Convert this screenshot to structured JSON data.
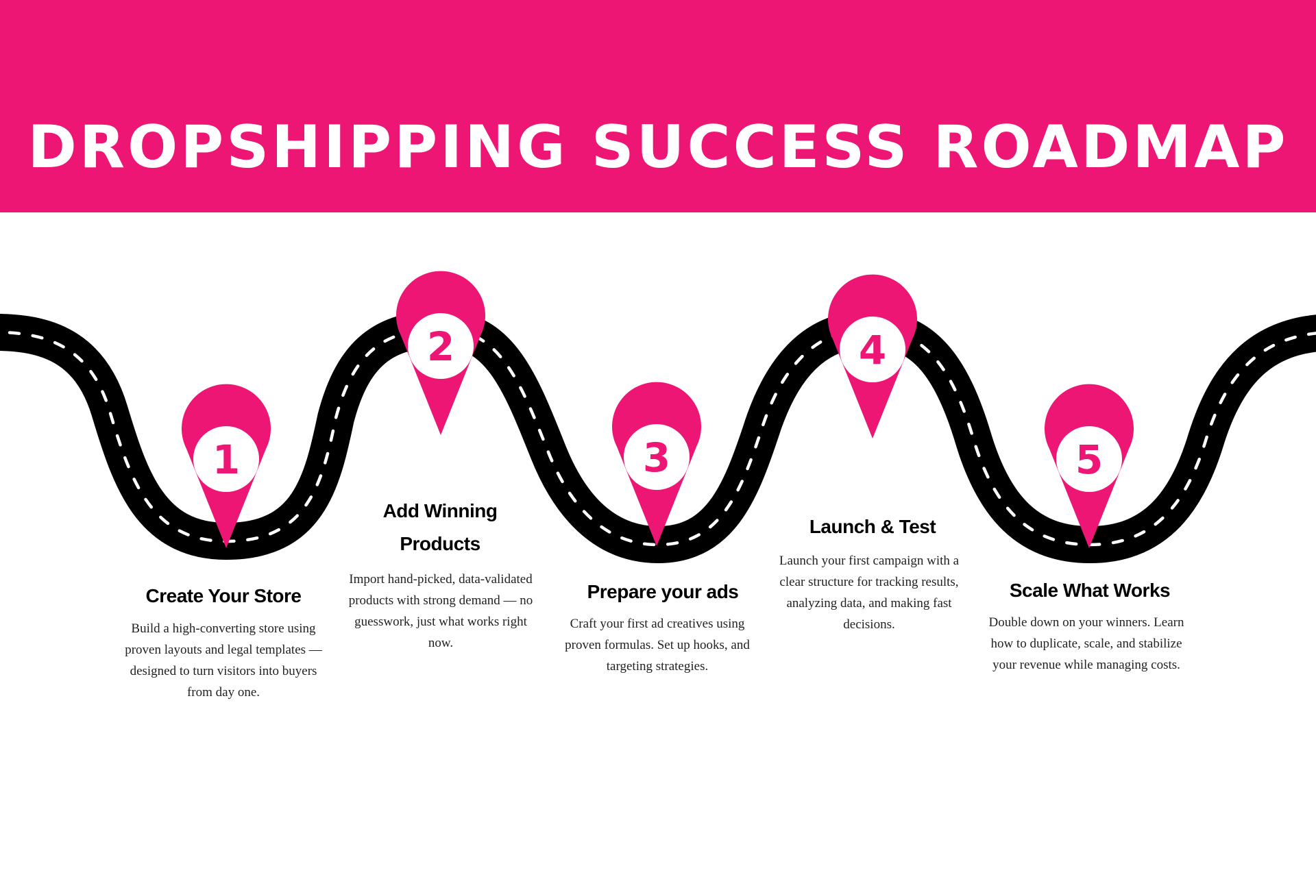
{
  "title": "DROPSHIPPING SUCCESS ROADMAP",
  "colors": {
    "accent": "#ee1675",
    "road": "#000000",
    "lane": "#ffffff"
  },
  "steps": [
    {
      "number": "1",
      "title": "Create Your Store",
      "description": "Build a high-converting  store using proven layouts and legal templates — designed to turn visitors into buyers from day one."
    },
    {
      "number": "2",
      "title": "Add Winning Products",
      "description": "Import hand-picked, data-validated products with strong demand — no guesswork, just what works right now."
    },
    {
      "number": "3",
      "title": "Prepare your ads",
      "description": "Craft your first ad creatives using proven formulas. Set up hooks, and targeting strategies."
    },
    {
      "number": "4",
      "title": "Launch & Test",
      "description": "Launch your first campaign with a clear structure for tracking results, analyzing data, and making fast decisions."
    },
    {
      "number": "5",
      "title": "Scale What Works",
      "description": "Double down on your winners. Learn how to duplicate, scale, and stabilize your revenue while managing costs."
    }
  ]
}
